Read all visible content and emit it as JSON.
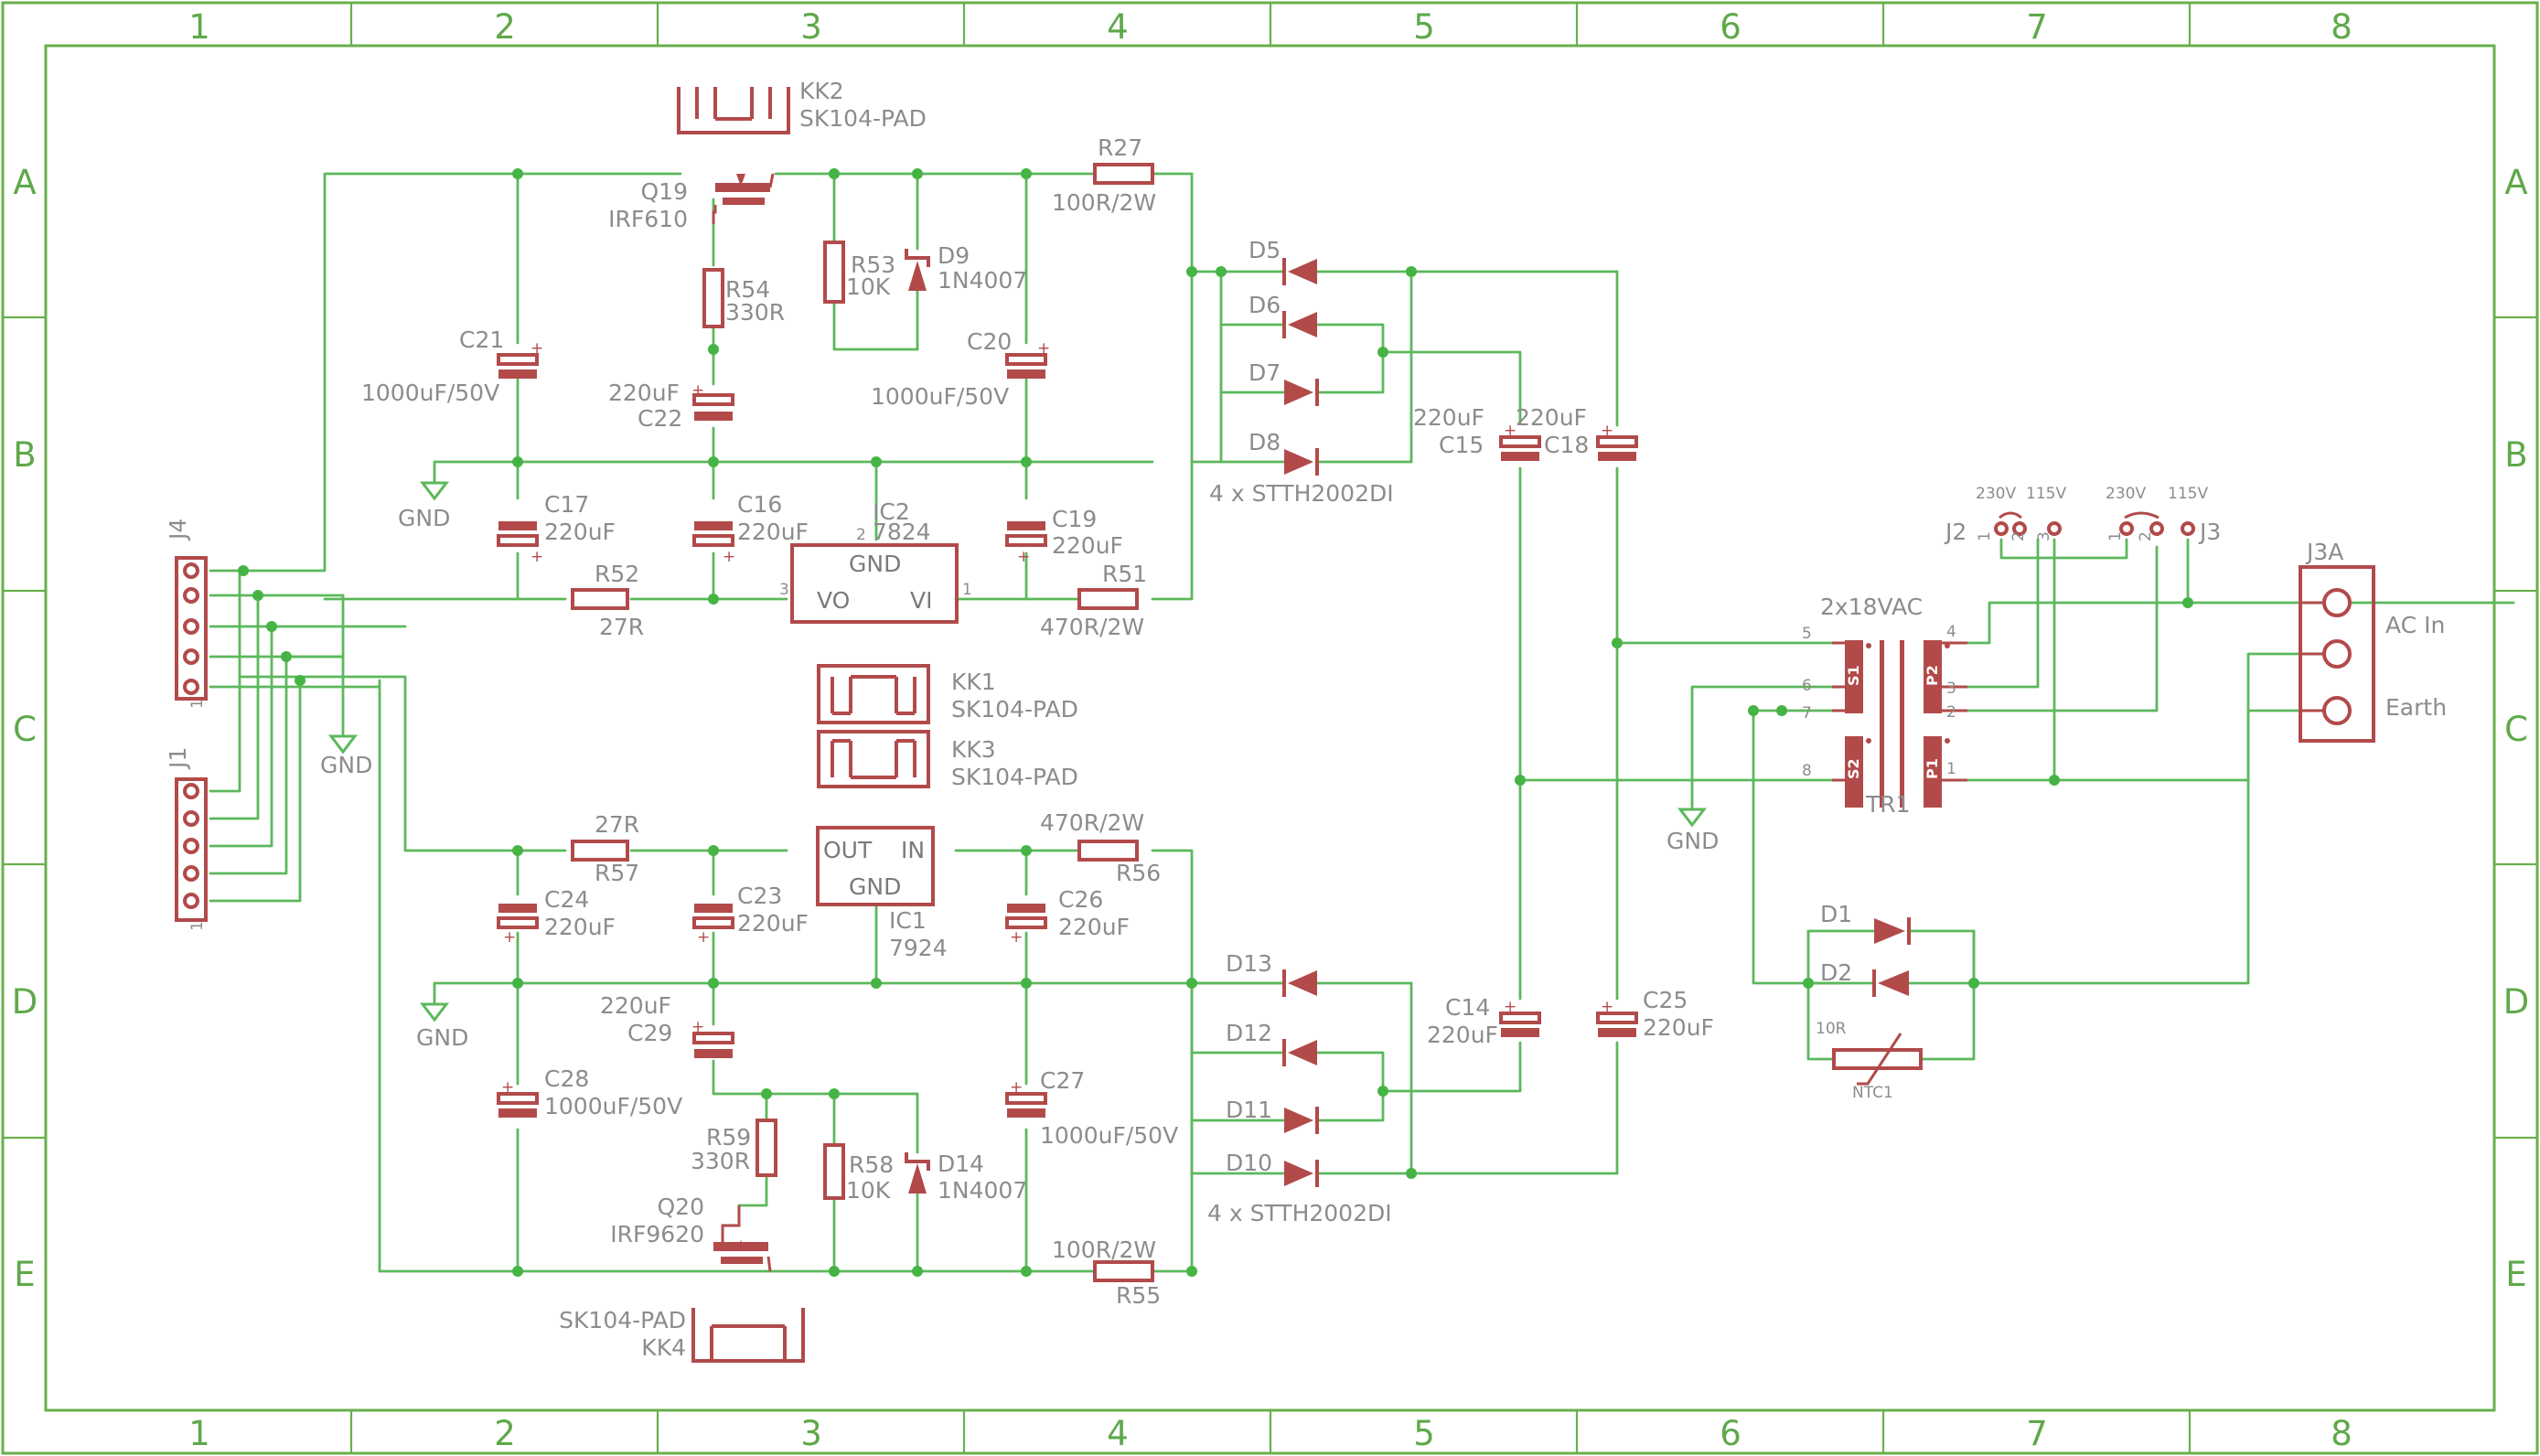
{
  "frame": {
    "columns": [
      "1",
      "2",
      "3",
      "4",
      "5",
      "6",
      "7",
      "8"
    ],
    "rows": [
      "A",
      "B",
      "C",
      "D",
      "E"
    ]
  },
  "labels": {
    "kk2_name": "KK2",
    "kk2_value": "SK104-PAD",
    "q19_name": "Q19",
    "q19_value": "IRF610",
    "r27_name": "R27",
    "r27_value": "100R/2W",
    "r53_name": "R53",
    "r53_value": "10K",
    "d9_name": "D9",
    "d9_value": "1N4007",
    "r54_name": "R54",
    "r54_value": "330R",
    "c21_name": "C21",
    "c21_value": "1000uF/50V",
    "c22_value": "220uF",
    "c22_name": "C22",
    "c20_name": "C20",
    "c20_value": "1000uF/50V",
    "c17_name": "C17",
    "c17_value": "220uF",
    "c16_name": "C16",
    "c16_value": "220uF",
    "ic2_name": "IC2",
    "ic2_value": "7824",
    "c19_name": "C19",
    "c19_value": "220uF",
    "r52_name": "R52",
    "r52_value": "27R",
    "r51_name": "R51",
    "r51_value": "470R/2W",
    "ic_gnd": "GND",
    "ic_vo": "VO",
    "ic_vi": "VI",
    "ic_out": "OUT",
    "ic_in": "IN",
    "kk1_name": "KK1",
    "kk1_value": "SK104-PAD",
    "kk3_name": "KK3",
    "kk3_value": "SK104-PAD",
    "r57_value": "27R",
    "r57_name": "R57",
    "r56_value": "470R/2W",
    "r56_name": "R56",
    "c24_name": "C24",
    "c24_value": "220uF",
    "c23_name": "C23",
    "c23_value": "220uF",
    "ic1_name": "IC1",
    "ic1_value": "7924",
    "c26_name": "C26",
    "c26_value": "220uF",
    "c29_value": "220uF",
    "c29_name": "C29",
    "c28_name": "C28",
    "c28_value": "1000uF/50V",
    "c27_name": "C27",
    "c27_value": "1000uF/50V",
    "r59_name": "R59",
    "r59_value": "330R",
    "r58_name": "R58",
    "r58_value": "10K",
    "d14_name": "D14",
    "d14_value": "1N4007",
    "q20_name": "Q20",
    "q20_value": "IRF9620",
    "r55_value": "100R/2W",
    "r55_name": "R55",
    "kk4_value": "SK104-PAD",
    "kk4_name": "KK4",
    "d5": "D5",
    "d6": "D6",
    "d7": "D7",
    "d8": "D8",
    "bridge_top": "4 x STTH2002DI",
    "d13": "D13",
    "d12": "D12",
    "d11": "D11",
    "d10": "D10",
    "bridge_bottom": "4 x STTH2002DI",
    "c15_value": "220uF",
    "c15_name": "C15",
    "c18_value": "220uF",
    "c18_name": "C18",
    "c14_name": "C14",
    "c14_value": "220uF",
    "c25_name": "C25",
    "c25_value": "220uF",
    "gnd": "GND",
    "j4": "J4",
    "j1": "J1",
    "pin1": "1",
    "j2": "J2",
    "j3": "J3",
    "v230": "230V",
    "v115": "115V",
    "p1": "1",
    "p2": "2",
    "p3": "3",
    "tr_value": "2x18VAC",
    "tr_name": "TR1",
    "tp5": "5",
    "tp6": "6",
    "tp7": "7",
    "tp8": "8",
    "tp4": "4",
    "tp3": "3",
    "tp2": "2",
    "tp1": "1",
    "s1": "S1",
    "s2": "S2",
    "pw2": "P2",
    "pw1": "P1",
    "d1": "D1",
    "d2": "D2",
    "ntc_r": "10R",
    "ntc": "NTC1",
    "j3a": "J3A",
    "ac_in": "AC In",
    "earth": "Earth"
  },
  "colors": {
    "frame": "#6ab04c",
    "wire": "#5cb85c",
    "component": "#b24a4a",
    "text": "#8c8c8c"
  }
}
